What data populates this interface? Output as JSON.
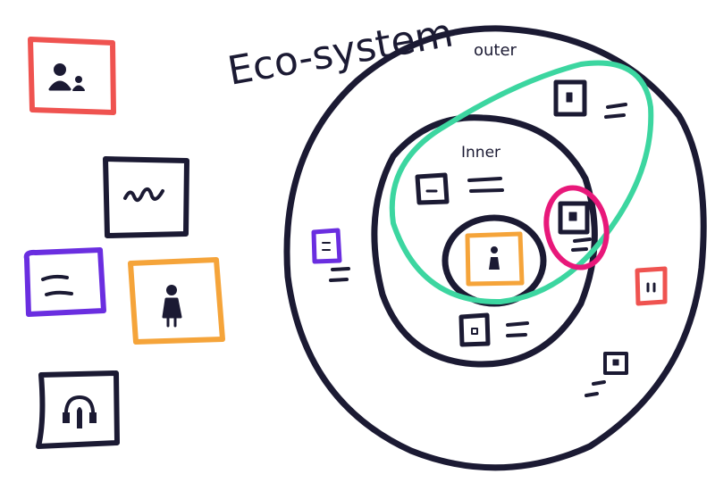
{
  "title": "Eco-system",
  "labels": {
    "outer": "outer",
    "inner": "Inner"
  },
  "colors": {
    "ink": "#1b1a33",
    "red": "#ef5350",
    "purple": "#6a2ee0",
    "orange": "#f5a43a",
    "green": "#3cd6a0",
    "pink": "#e8187a"
  }
}
